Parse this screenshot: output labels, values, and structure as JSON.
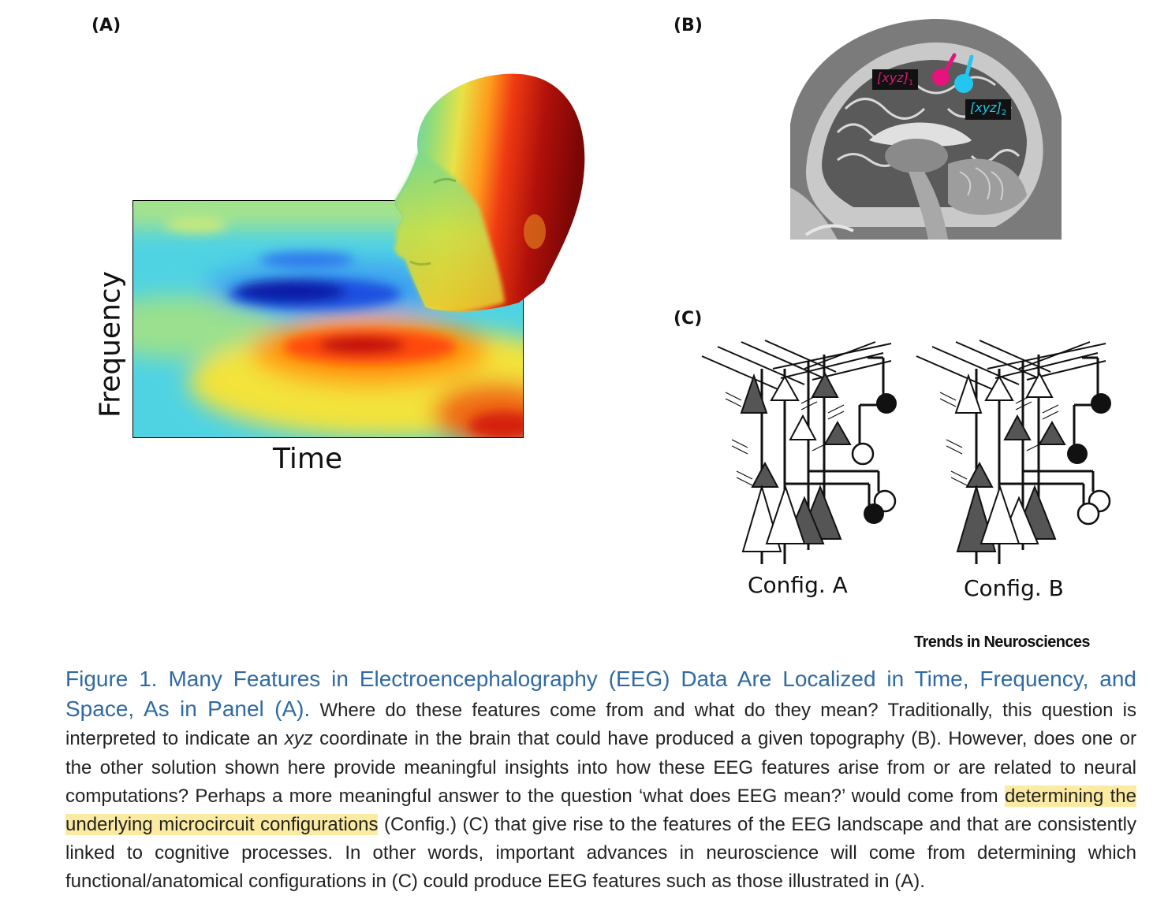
{
  "panels": {
    "a": "(A)",
    "b": "(B)",
    "c": "(C)"
  },
  "panel_a": {
    "x_label": "Time",
    "y_label": "Frequency"
  },
  "panel_b": {
    "marker1_main": "[xyz]",
    "marker1_sub": "1",
    "marker2_main": "[xyz]",
    "marker2_sub": "2",
    "colors": {
      "marker1": "#e8127c",
      "marker2": "#22c6ee"
    }
  },
  "panel_c": {
    "config_a": "Config. A",
    "config_b": "Config. B"
  },
  "journal": "Trends in Neurosciences",
  "caption": {
    "title": "Figure 1. Many Features in Electroencephalography (EEG) Data Are Localized in Time, Frequency, and Space, As in Panel (A).",
    "part1": " Where do these features come from and what do they mean? Traditionally, this question is interpreted to indicate an ",
    "xyz": "xyz",
    "part2": " coordinate in the brain that could have produced a given topography (B). However, does one or the other solution shown here provide meaningful insights into how these EEG features arise from or are related to neural computations? Perhaps a more meaningful answer to the question ‘what does EEG mean?’ would come from ",
    "highlight": "determining the underlying microcircuit configurations",
    "part3": " (Config.) (C) that give rise to the features of the EEG landscape and that are consistently linked to cognitive processes. In other words, important advances in neuroscience will come from determining which functional/anatomical configurations in (C) could produce EEG features such as those illustrated in (A)."
  }
}
